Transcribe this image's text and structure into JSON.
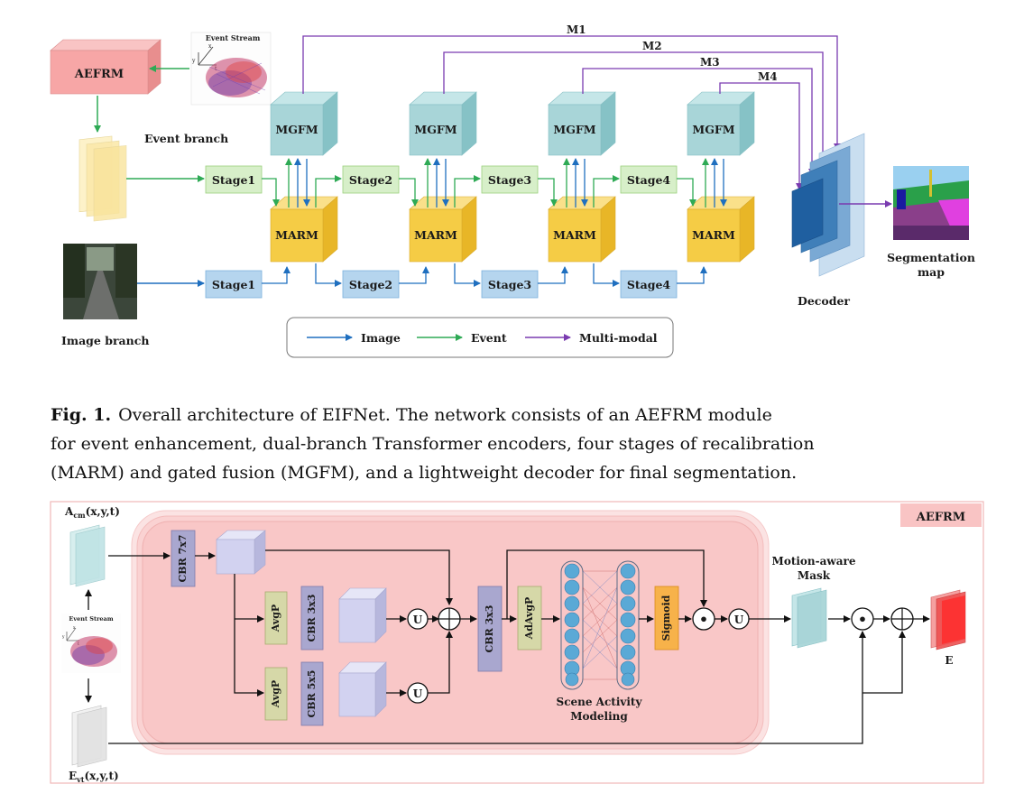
{
  "top": {
    "aefrm": "AEFRM",
    "event_stream": "Event Stream",
    "axis_x": "x",
    "axis_y": "y",
    "axis_t": "t",
    "event_branch": "Event branch",
    "image_branch": "Image branch",
    "stages": [
      "Stage1",
      "Stage2",
      "Stage3",
      "Stage4"
    ],
    "mgfm": "MGFM",
    "marm": "MARM",
    "m_labels": [
      "M1",
      "M2",
      "M3",
      "M4"
    ],
    "decoder": "Decoder",
    "seg_map": [
      "Segmentation",
      "map"
    ],
    "legend": {
      "image": "Image",
      "event": "Event",
      "multimodal": "Multi-modal"
    },
    "colors": {
      "image_arrow": "#1f6fbf",
      "event_arrow": "#2eaa55",
      "multimodal_arrow": "#7a3bb0",
      "mgfm": "#a8d5d8",
      "marm": "#f5cc45",
      "stage_event": "#d7efc9",
      "stage_image": "#b5d5ee",
      "aefrm": "#f7a6a6"
    }
  },
  "caption": {
    "label": "Fig. 1.",
    "lines": [
      "Overall architecture of EIFNet. The network consists of an AEFRM module",
      "for event enhancement, dual-branch Transformer encoders, four stages of recalibration",
      "(MARM) and gated fusion (MGFM), and a lightweight decoder for final segmentation."
    ]
  },
  "bottom": {
    "title": "AEFRM",
    "acm_main": "A",
    "acm_sub": "cm",
    "acm_args": "(x,y,t)",
    "evt_main": "E",
    "evt_sub": "vt",
    "evt_args": "(x,y,t)",
    "event_stream": "Event Stream",
    "axis_x": "x",
    "axis_y": "y",
    "axis_t": "t",
    "cbr7": "CBR 7x7",
    "avgp": "AvgP",
    "cbr3": "CBR 3x3",
    "cbr5": "CBR 5x5",
    "adavgp": "AdAvgP",
    "sigmoid": "Sigmoid",
    "union": "U",
    "plus": "+",
    "dot": "•",
    "sam": [
      "Scene Activity",
      "Modeling"
    ],
    "motion_mask": [
      "Motion-aware",
      "Mask"
    ],
    "output": "E"
  }
}
